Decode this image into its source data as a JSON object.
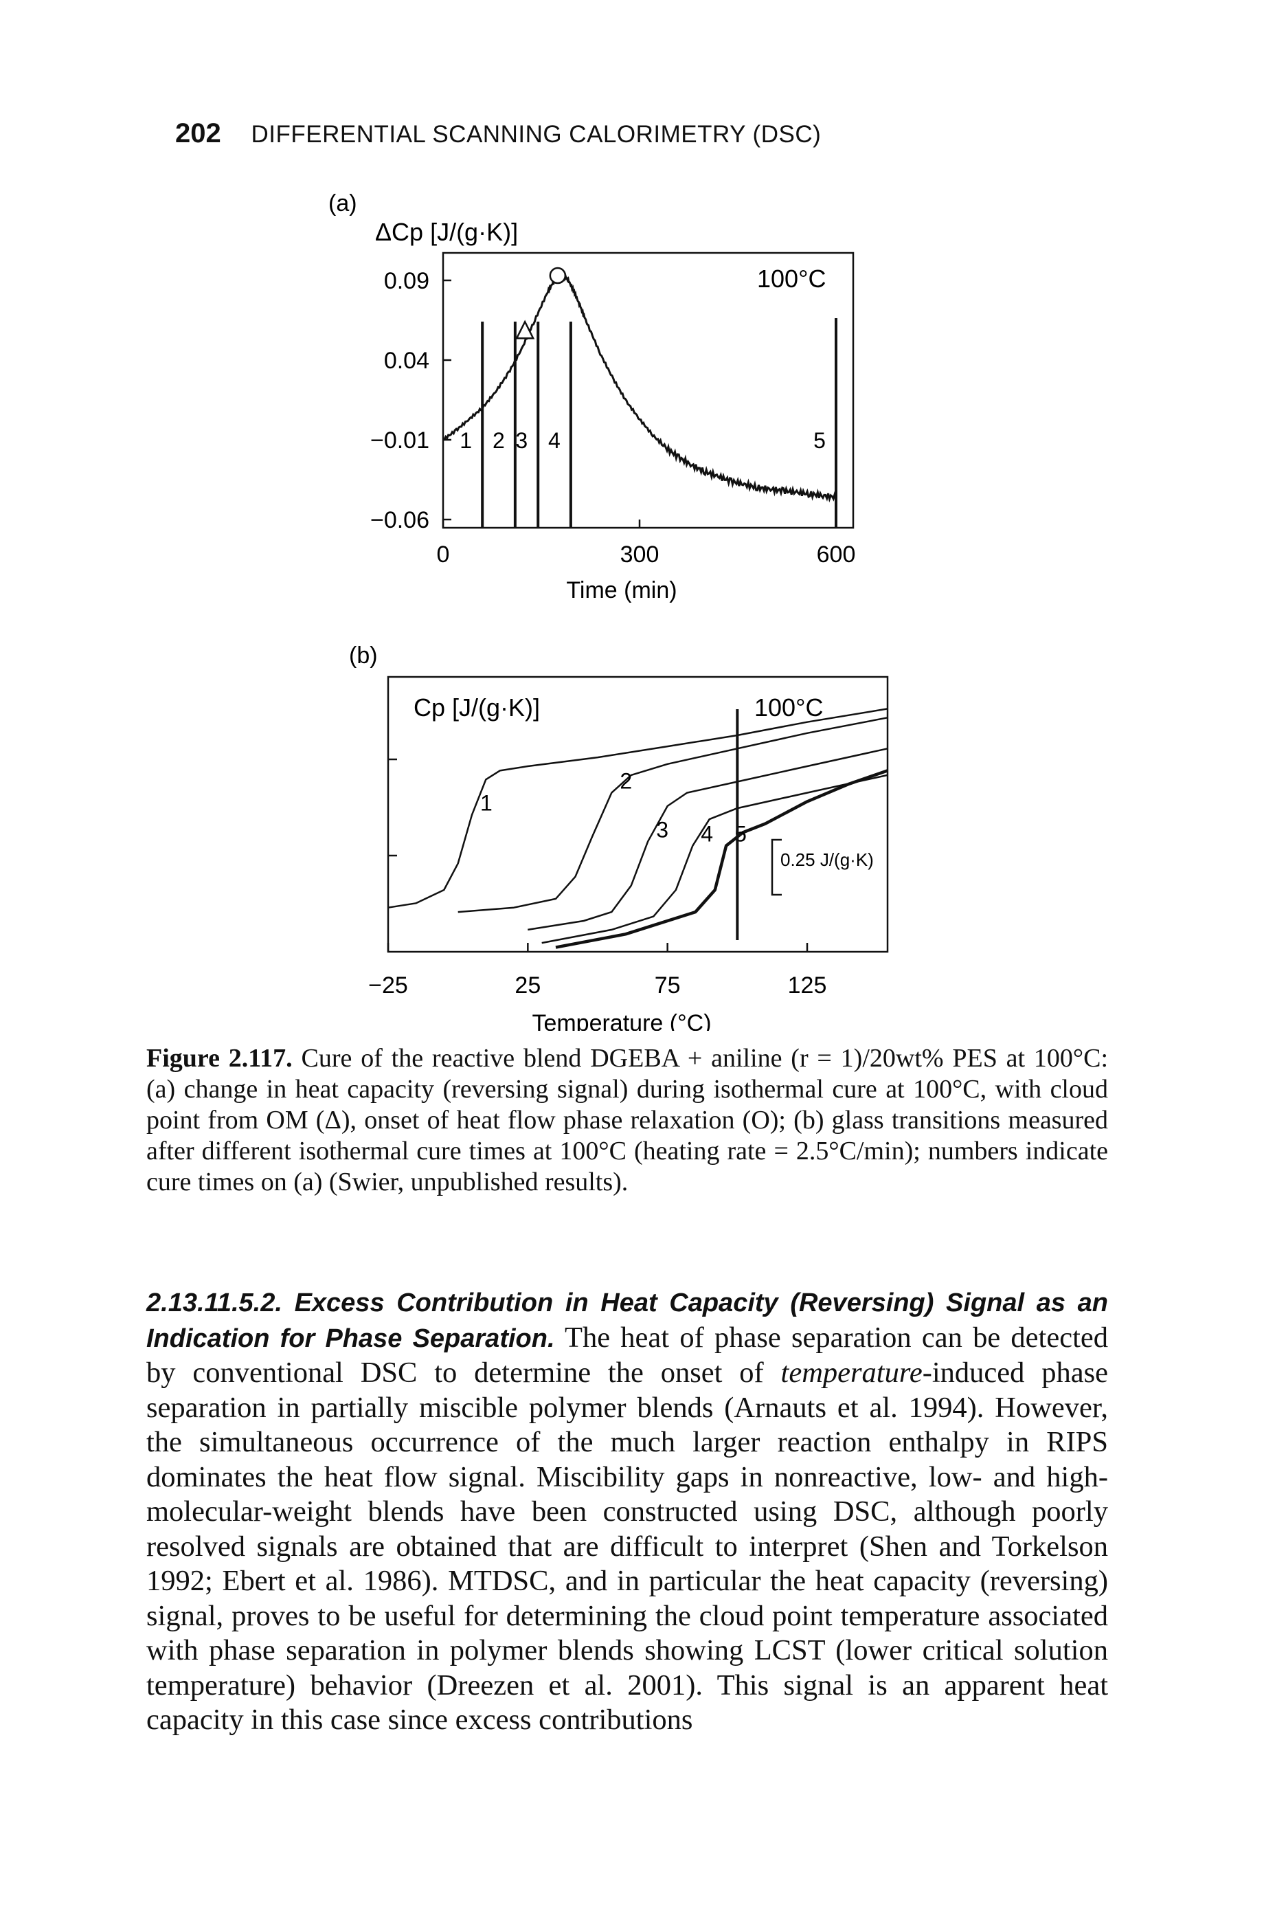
{
  "page_header": {
    "page_number": "202",
    "running_title": "DIFFERENTIAL SCANNING CALORIMETRY (DSC)"
  },
  "figure": {
    "panel_a": {
      "panel_label": "(a)",
      "ylabel": "ΔCp [J/(g·K)]",
      "annotation": "100°C",
      "xlabel": "Time (min)",
      "x_ticks": [
        "0",
        "300",
        "600"
      ],
      "y_ticks": [
        "0.09",
        "0.04",
        "−0.01",
        "−0.06"
      ],
      "marker_labels": [
        "1",
        "2",
        "3",
        "4",
        "5"
      ]
    },
    "panel_b": {
      "panel_label": "(b)",
      "ylabel": "Cp [J/(g·K)]",
      "annotation": "100°C",
      "scale_bar": "0.25 J/(g·K)",
      "xlabel": "Temperature (°C)",
      "x_ticks": [
        "−25",
        "25",
        "75",
        "125"
      ],
      "curve_labels": [
        "1",
        "2",
        "3",
        "4",
        "5"
      ]
    }
  },
  "chart_data": [
    {
      "type": "line",
      "panel": "(a)",
      "ylabel": "ΔCp [J/(g·K)]",
      "xlabel": "Time (min)",
      "xlim": [
        0,
        620
      ],
      "ylim": [
        -0.06,
        0.11
      ],
      "x_ticks": [
        0,
        300,
        600
      ],
      "y_ticks": [
        0.09,
        0.04,
        -0.01,
        -0.06
      ],
      "series": [
        {
          "x": [
            0,
            20,
            40,
            60,
            80,
            100,
            120,
            140,
            160,
            170,
            180,
            190,
            200,
            210,
            220,
            240,
            260,
            280,
            300,
            320,
            340,
            360,
            380,
            400,
            420,
            440,
            460,
            480,
            500,
            520,
            540,
            560,
            580,
            600
          ],
          "y": [
            -0.01,
            -0.004,
            0.003,
            0.01,
            0.02,
            0.032,
            0.047,
            0.065,
            0.083,
            0.09,
            0.094,
            0.091,
            0.083,
            0.073,
            0.063,
            0.044,
            0.028,
            0.014,
            0.003,
            -0.007,
            -0.015,
            -0.021,
            -0.026,
            -0.03,
            -0.033,
            -0.036,
            -0.038,
            -0.04,
            -0.041,
            -0.042,
            -0.043,
            -0.044,
            -0.045,
            -0.046
          ]
        }
      ],
      "markers": [
        {
          "label": "1",
          "x": 60
        },
        {
          "label": "2",
          "x": 110
        },
        {
          "label": "3",
          "x": 145
        },
        {
          "label": "4",
          "x": 195
        },
        {
          "label": "5",
          "x": 600
        }
      ],
      "points": [
        {
          "symbol": "triangle",
          "x": 125,
          "y": 0.058
        },
        {
          "symbol": "circle",
          "x": 175,
          "y": 0.093
        }
      ]
    },
    {
      "type": "line",
      "panel": "(b)",
      "ylabel": "Cp [J/(g·K)]",
      "xlabel": "Temperature (°C)",
      "xlim": [
        -25,
        155
      ],
      "x_ticks": [
        -25,
        25,
        75,
        125
      ],
      "series": [
        {
          "name": "1",
          "x": [
            -25,
            -15,
            -5,
            0,
            5,
            10,
            15,
            25,
            50,
            75,
            100,
            125,
            155
          ],
          "y": [
            1.0,
            1.02,
            1.08,
            1.2,
            1.42,
            1.58,
            1.62,
            1.64,
            1.68,
            1.73,
            1.78,
            1.84,
            1.9
          ]
        },
        {
          "name": "2",
          "x": [
            0,
            20,
            35,
            42,
            48,
            55,
            62,
            75,
            100,
            125,
            155
          ],
          "y": [
            0.98,
            1.0,
            1.04,
            1.14,
            1.32,
            1.52,
            1.6,
            1.65,
            1.72,
            1.79,
            1.86
          ]
        },
        {
          "name": "3",
          "x": [
            25,
            45,
            55,
            62,
            68,
            75,
            82,
            100,
            125,
            155
          ],
          "y": [
            0.9,
            0.94,
            0.98,
            1.1,
            1.3,
            1.46,
            1.52,
            1.57,
            1.64,
            1.72
          ]
        },
        {
          "name": "4",
          "x": [
            30,
            55,
            70,
            78,
            84,
            90,
            100,
            125,
            155
          ],
          "y": [
            0.84,
            0.9,
            0.96,
            1.08,
            1.28,
            1.4,
            1.45,
            1.52,
            1.6
          ]
        },
        {
          "name": "5",
          "x": [
            35,
            60,
            85,
            92,
            96,
            102,
            110,
            125,
            140,
            155
          ],
          "y": [
            0.82,
            0.88,
            0.98,
            1.08,
            1.28,
            1.34,
            1.38,
            1.48,
            1.56,
            1.62
          ]
        }
      ],
      "markers": [
        {
          "label": "100°C",
          "x": 100
        }
      ]
    }
  ],
  "caption": {
    "label": "Figure 2.117.",
    "text": "Cure of the reactive blend DGEBA + aniline (r = 1)/20wt% PES at 100°C: (a) change in heat capacity (reversing signal) during isothermal cure at 100°C, with cloud point from OM (Δ), onset of heat flow phase relaxation (O); (b) glass transitions measured after different isothermal cure times at 100°C (heating rate = 2.5°C/min); numbers indicate cure times on (a) (Swier, unpublished results)."
  },
  "section": {
    "heading": "2.13.11.5.2. Excess Contribution in Heat Capacity (Reversing) Signal as an Indication for Phase Separation.",
    "text_1": " The heat of phase separation can be detected by conventional DSC to determine the onset of ",
    "text_italic": "temperature",
    "text_2": "-induced phase separation in partially miscible polymer blends (Arnauts et al. 1994). However, the simultaneous occurrence of the much larger reaction enthalpy in RIPS dominates the heat flow signal. Miscibility gaps in nonreactive, low- and high-molecular-weight blends have been constructed using DSC, although poorly resolved signals are obtained that are difficult to interpret (Shen and Torkelson 1992; Ebert et al. 1986). MTDSC, and in particular the heat capacity (reversing) signal, proves to be useful for determining the cloud point temperature associated with phase separation in polymer blends showing LCST (lower critical solution temperature) behavior (Dreezen et al. 2001). This signal is an apparent heat capacity in this case since excess contributions"
  }
}
